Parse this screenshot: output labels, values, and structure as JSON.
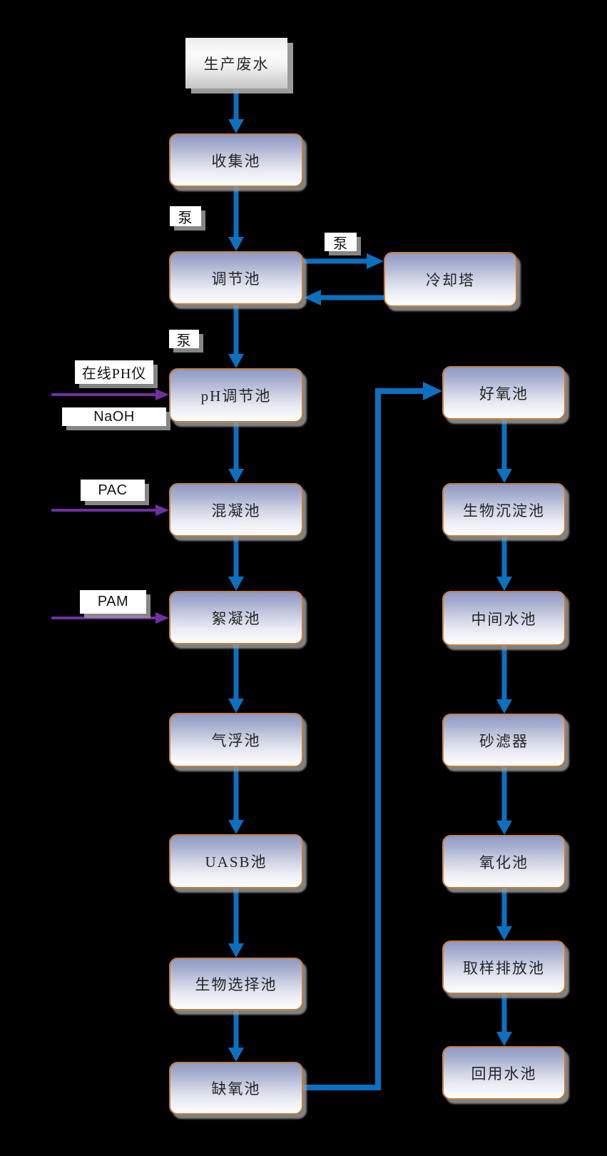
{
  "flowchart": {
    "nodes": {
      "production_wastewater": "生产废水",
      "collection_pool": "收集池",
      "regulation_pool": "调节池",
      "cooling_tower": "冷却塔",
      "ph_regulation_pool": "pH调节池",
      "coagulation_pool": "混凝池",
      "flocculation_pool": "絮凝池",
      "air_flotation_pool": "气浮池",
      "uasb_pool": "UASB池",
      "bio_selection_pool": "生物选择池",
      "anoxic_pool": "缺氧池",
      "aerobic_pool": "好氧池",
      "bio_sedimentation_pool": "生物沉淀池",
      "intermediate_pool": "中间水池",
      "sand_filter": "砂滤器",
      "oxidation_pool": "氧化池",
      "sampling_discharge_pool": "取样排放池",
      "reuse_pool": "回用水池"
    },
    "labels": {
      "pump": "泵",
      "online_ph_meter": "在线PH仪",
      "naoh": "NaOH",
      "pac": "PAC",
      "pam": "PAM"
    },
    "edges": [
      {
        "from": "production_wastewater",
        "to": "collection_pool",
        "kind": "flow"
      },
      {
        "from": "collection_pool",
        "to": "regulation_pool",
        "kind": "flow",
        "via_label": "泵"
      },
      {
        "from": "regulation_pool",
        "to": "cooling_tower",
        "kind": "flow",
        "via_label": "泵"
      },
      {
        "from": "cooling_tower",
        "to": "regulation_pool",
        "kind": "flow"
      },
      {
        "from": "regulation_pool",
        "to": "ph_regulation_pool",
        "kind": "flow",
        "via_label": "泵"
      },
      {
        "from": "ph_regulation_pool",
        "to": "coagulation_pool",
        "kind": "flow"
      },
      {
        "from": "coagulation_pool",
        "to": "flocculation_pool",
        "kind": "flow"
      },
      {
        "from": "flocculation_pool",
        "to": "air_flotation_pool",
        "kind": "flow"
      },
      {
        "from": "air_flotation_pool",
        "to": "uasb_pool",
        "kind": "flow"
      },
      {
        "from": "uasb_pool",
        "to": "bio_selection_pool",
        "kind": "flow"
      },
      {
        "from": "bio_selection_pool",
        "to": "anoxic_pool",
        "kind": "flow"
      },
      {
        "from": "anoxic_pool",
        "to": "aerobic_pool",
        "kind": "flow"
      },
      {
        "from": "aerobic_pool",
        "to": "bio_sedimentation_pool",
        "kind": "flow"
      },
      {
        "from": "bio_sedimentation_pool",
        "to": "intermediate_pool",
        "kind": "flow"
      },
      {
        "from": "intermediate_pool",
        "to": "sand_filter",
        "kind": "flow"
      },
      {
        "from": "sand_filter",
        "to": "oxidation_pool",
        "kind": "flow"
      },
      {
        "from": "oxidation_pool",
        "to": "sampling_discharge_pool",
        "kind": "flow"
      },
      {
        "from": "sampling_discharge_pool",
        "to": "reuse_pool",
        "kind": "flow"
      },
      {
        "from": "naoh",
        "to": "ph_regulation_pool",
        "kind": "dosing"
      },
      {
        "from": "pac",
        "to": "coagulation_pool",
        "kind": "dosing"
      },
      {
        "from": "pam",
        "to": "flocculation_pool",
        "kind": "dosing"
      }
    ],
    "colors": {
      "background": "#000000",
      "flow_arrow_blue": "#0c70c0",
      "dosing_arrow_purple": "#7030a0",
      "node_border_orange": "#c5803f",
      "node_fill_top": "#8f99c3",
      "node_fill_bottom": "#fdfdfe",
      "source_fill_top": "#ececec",
      "source_fill_bottom": "#c6c6c6",
      "label_background": "#ffffff",
      "text": "#262626"
    }
  }
}
